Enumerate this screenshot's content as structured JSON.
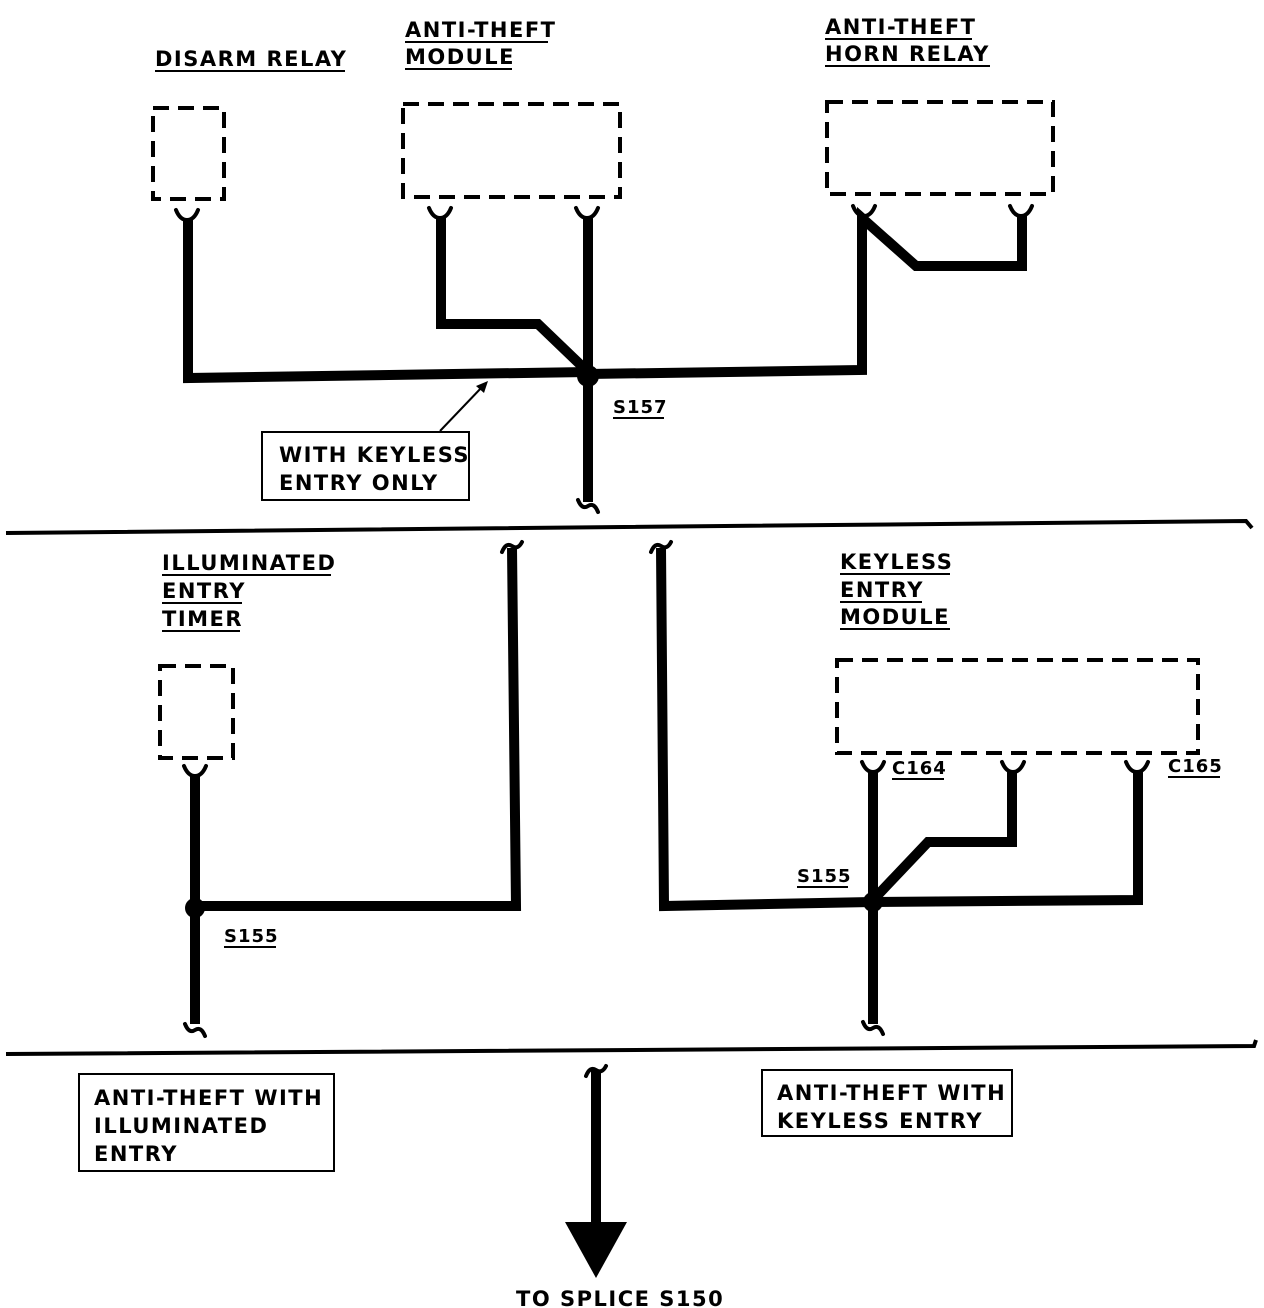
{
  "components": {
    "disarm_relay": "DISARM RELAY",
    "anti_theft_module_1": "ANTI-THEFT",
    "anti_theft_module_2": "MODULE",
    "horn_relay_1": "ANTI-THEFT",
    "horn_relay_2": "HORN RELAY",
    "illum_timer_1": "ILLUMINATED",
    "illum_timer_2": "ENTRY",
    "illum_timer_3": "TIMER",
    "keyless_module_1": "KEYLESS",
    "keyless_module_2": "ENTRY",
    "keyless_module_3": "MODULE"
  },
  "splices": {
    "s157": "S157",
    "s155_left": "S155",
    "s155_right": "S155"
  },
  "connectors": {
    "c164": "C164",
    "c165": "C165"
  },
  "notes": {
    "keyless_only_1": "WITH KEYLESS",
    "keyless_only_2": "ENTRY ONLY",
    "illum_variant_1": "ANTI-THEFT WITH",
    "illum_variant_2": "ILLUMINATED",
    "illum_variant_3": "ENTRY",
    "keyless_variant_1": "ANTI-THEFT WITH",
    "keyless_variant_2": "KEYLESS ENTRY"
  },
  "destination": "TO SPLICE S150"
}
